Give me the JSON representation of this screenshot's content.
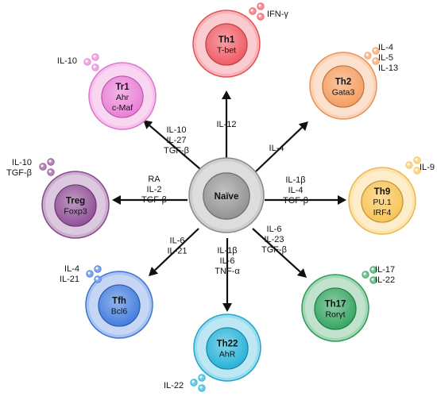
{
  "center": {
    "name": "Naïve",
    "color": "#8f8f8f"
  },
  "cells": [
    {
      "id": "th1",
      "name": "Th1",
      "factors": [
        "T-bet"
      ],
      "color": "#f0545f",
      "cytokines": [
        "IFN-γ"
      ],
      "inducers": [
        "IL-12"
      ]
    },
    {
      "id": "th2",
      "name": "Th2",
      "factors": [
        "Gata3"
      ],
      "color": "#f59a5a",
      "cytokines": [
        "IL-4",
        "IL-5",
        "IL-13"
      ],
      "inducers": [
        "IL-4"
      ]
    },
    {
      "id": "th9",
      "name": "Th9",
      "factors": [
        "PU.1",
        "IRF4"
      ],
      "color": "#f8c24e",
      "cytokines": [
        "IL-9"
      ],
      "inducers": [
        "IL-1β",
        "IL-4",
        "TGF-β"
      ]
    },
    {
      "id": "th17",
      "name": "Th17",
      "factors": [
        "Rorγt"
      ],
      "color": "#2fa35c",
      "cytokines": [
        "IL-17",
        "IL-22"
      ],
      "inducers": [
        "IL-6",
        "IL-23",
        "TGF-β"
      ]
    },
    {
      "id": "th22",
      "name": "Th22",
      "factors": [
        "AhR"
      ],
      "color": "#1fb0d8",
      "cytokines": [
        "IL-22"
      ],
      "inducers": [
        "IL-1β",
        "IL-6",
        "TNF-α"
      ]
    },
    {
      "id": "tfh",
      "name": "Tfh",
      "factors": [
        "Bcl6"
      ],
      "color": "#3d79dd",
      "cytokines": [
        "IL-4",
        "IL-21"
      ],
      "inducers": [
        "IL-6",
        "IL-21"
      ]
    },
    {
      "id": "treg",
      "name": "Treg",
      "factors": [
        "Foxp3"
      ],
      "color": "#8c4a93",
      "cytokines": [
        "IL-10",
        "TGF-β"
      ],
      "inducers": [
        "RA",
        "IL-2",
        "TGF-β"
      ]
    },
    {
      "id": "tr1",
      "name": "Tr1",
      "factors": [
        "Ahr",
        "c-Maf"
      ],
      "color": "#ea7ad6",
      "cytokines": [
        "IL-10"
      ],
      "inducers": [
        "IL-10",
        "IL-27",
        "TGF-β"
      ]
    }
  ]
}
